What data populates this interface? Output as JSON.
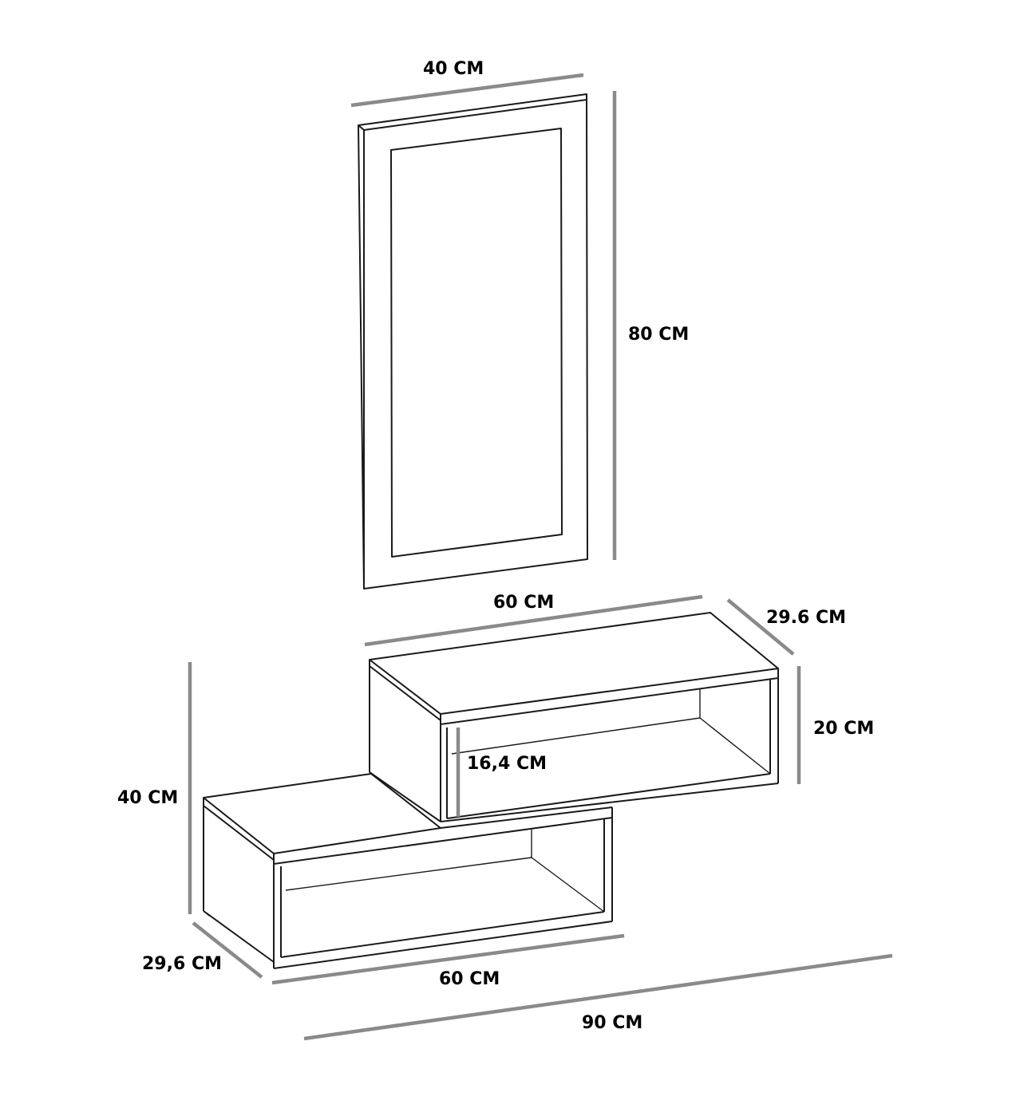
{
  "labels": {
    "mirror_width": "40 CM",
    "mirror_height": "80 CM",
    "upper_shelf_width": "60 CM",
    "upper_shelf_depth": "29.6 CM",
    "upper_shelf_height": "20 CM",
    "inner_height": "16,4 CM",
    "total_height": "40 CM",
    "lower_shelf_depth": "29,6 CM",
    "lower_shelf_width": "60 CM",
    "total_width": "90 CM"
  },
  "colors": {
    "dimension_line": "#8a8a8a",
    "outline": "#1a1a1a",
    "background": "#ffffff"
  }
}
